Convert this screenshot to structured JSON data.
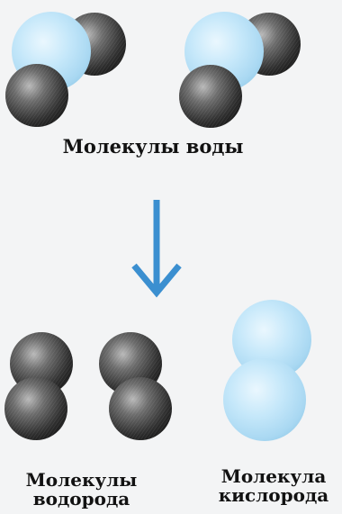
{
  "captions": {
    "water": "Молекулы воды",
    "hydrogen_line1": "Молекулы",
    "hydrogen_line2": "водорода",
    "oxygen_line1": "Молекула",
    "oxygen_line2": "кислорода"
  },
  "colors": {
    "background": "#f3f4f5",
    "oxygen_atom": "#b7e0f6",
    "hydrogen_atom": "#3a3a3a",
    "arrow": "#3b8fd0"
  },
  "icons": {
    "reaction_arrow": "arrow-down-icon"
  }
}
